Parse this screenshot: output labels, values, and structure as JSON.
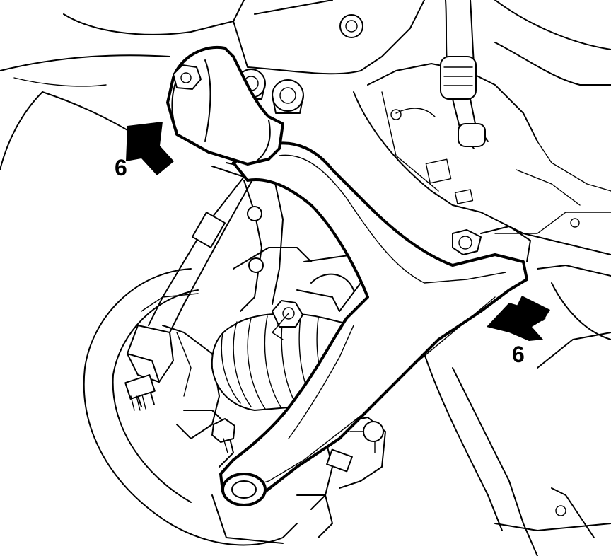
{
  "callouts": [
    {
      "id": "callout-left",
      "label": "6"
    },
    {
      "id": "callout-right",
      "label": "6"
    }
  ]
}
